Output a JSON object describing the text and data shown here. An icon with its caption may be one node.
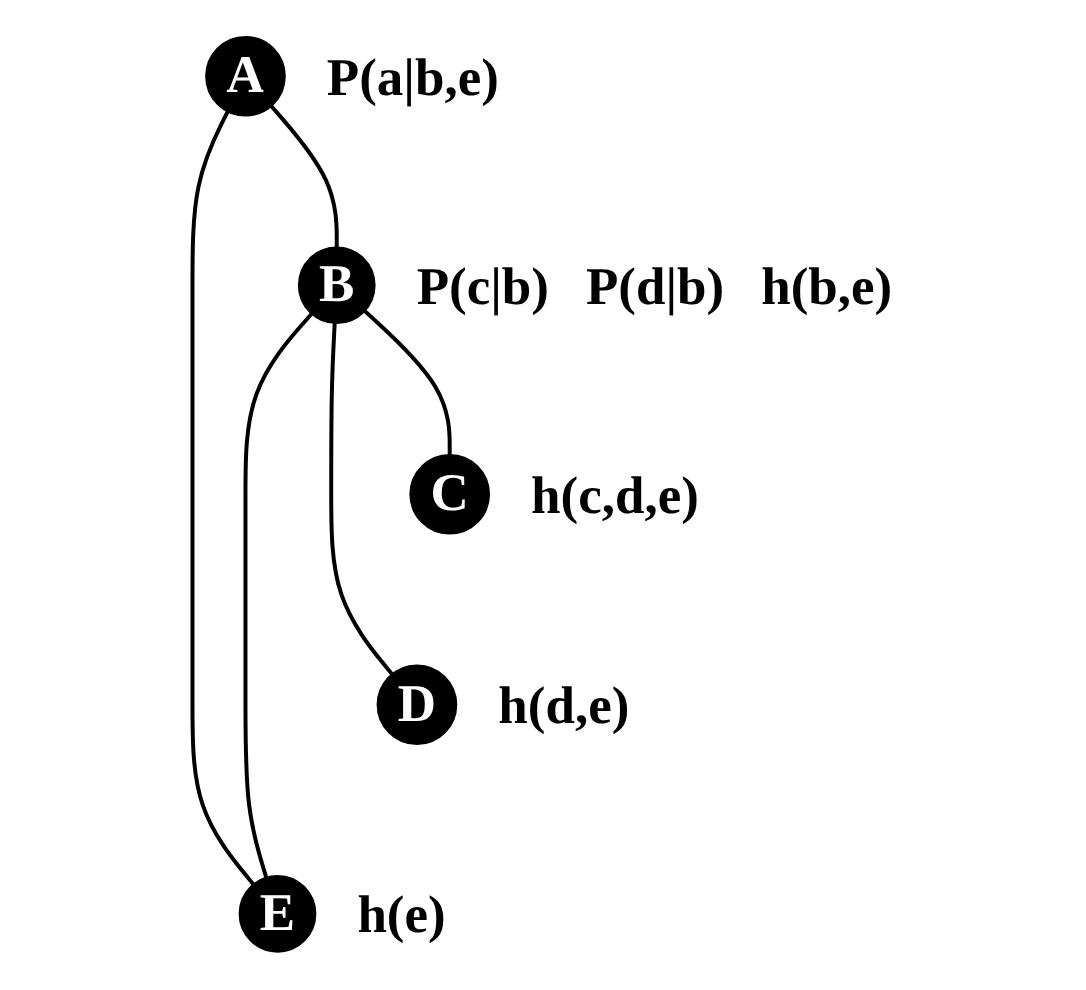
{
  "diagram": {
    "nodes": [
      {
        "text": [
          "A"
        ],
        "beside": [
          "P(a|b,e)"
        ]
      },
      {
        "text": [
          "B"
        ],
        "beside": [
          "P(c|b)",
          "P(d|b)",
          "h(b,e)"
        ]
      },
      {
        "text": [
          "C"
        ],
        "beside": [
          "h(c,d,e)"
        ]
      },
      {
        "text": [
          "D"
        ],
        "beside": [
          "h(d,e)"
        ]
      },
      {
        "text": [
          "E"
        ],
        "beside": [
          "h(e)"
        ]
      }
    ],
    "edges": [
      {
        "from": 0,
        "to": 1,
        "arrow": "none"
      },
      {
        "from": 0,
        "to": 4,
        "arrow": "none"
      },
      {
        "from": 1,
        "to": 2,
        "arrow": "none"
      },
      {
        "from": 1,
        "to": 4,
        "arrow": "none"
      },
      {
        "from": 1,
        "to": 3,
        "arrow": "none"
      }
    ]
  }
}
